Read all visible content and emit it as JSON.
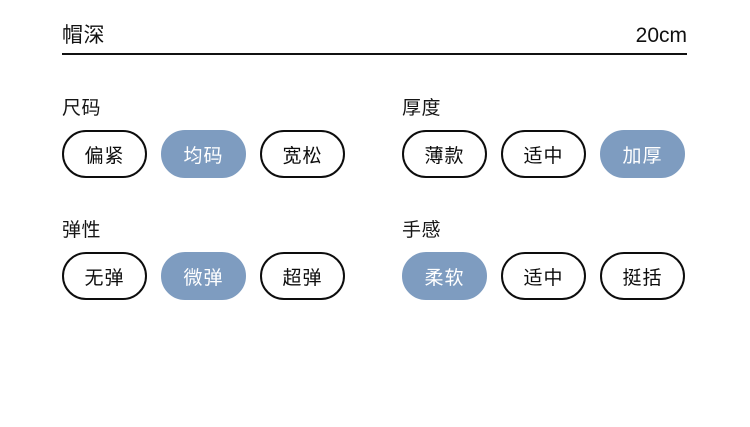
{
  "header": {
    "title": "帽深",
    "value": "20cm"
  },
  "accent_color": "#7e9cc0",
  "border_color": "#0d0d0d",
  "text_color": "#111111",
  "groups": [
    {
      "label": "尺码",
      "column": "left",
      "row": 1,
      "selected_index": 1,
      "options": [
        {
          "label": "偏紧",
          "selected": false
        },
        {
          "label": "均码",
          "selected": true
        },
        {
          "label": "宽松",
          "selected": false
        }
      ]
    },
    {
      "label": "厚度",
      "column": "right",
      "row": 1,
      "selected_index": 2,
      "options": [
        {
          "label": "薄款",
          "selected": false
        },
        {
          "label": "适中",
          "selected": false
        },
        {
          "label": "加厚",
          "selected": true
        }
      ]
    },
    {
      "label": "弹性",
      "column": "left",
      "row": 2,
      "selected_index": 1,
      "options": [
        {
          "label": "无弹",
          "selected": false
        },
        {
          "label": "微弹",
          "selected": true
        },
        {
          "label": "超弹",
          "selected": false
        }
      ]
    },
    {
      "label": "手感",
      "column": "right",
      "row": 2,
      "selected_index": 0,
      "options": [
        {
          "label": "柔软",
          "selected": true
        },
        {
          "label": "适中",
          "selected": false
        },
        {
          "label": "挺括",
          "selected": false
        }
      ]
    }
  ]
}
